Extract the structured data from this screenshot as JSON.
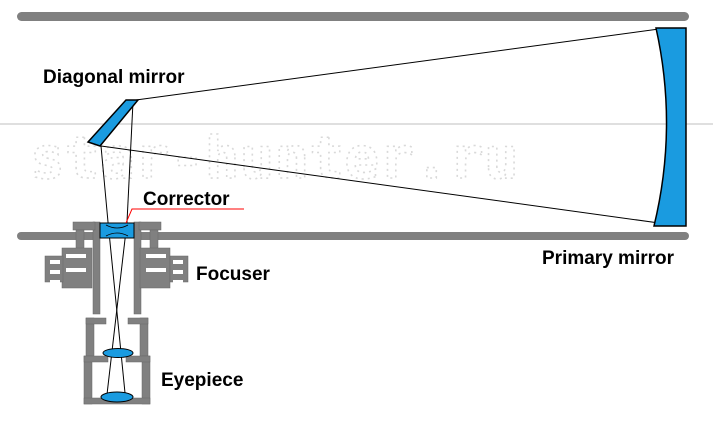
{
  "labels": {
    "diagonal_mirror": "Diagonal mirror",
    "corrector": "Corrector",
    "focuser": "Focuser",
    "eyepiece": "Eyepiece",
    "primary_mirror": "Primary mirror"
  },
  "watermark": "star-hunter.ru",
  "colors": {
    "tube": "#808080",
    "optics": "#1a9be0",
    "leader_line": "#ff0000",
    "rays": "#000000",
    "axis": "#bfbfbf"
  }
}
